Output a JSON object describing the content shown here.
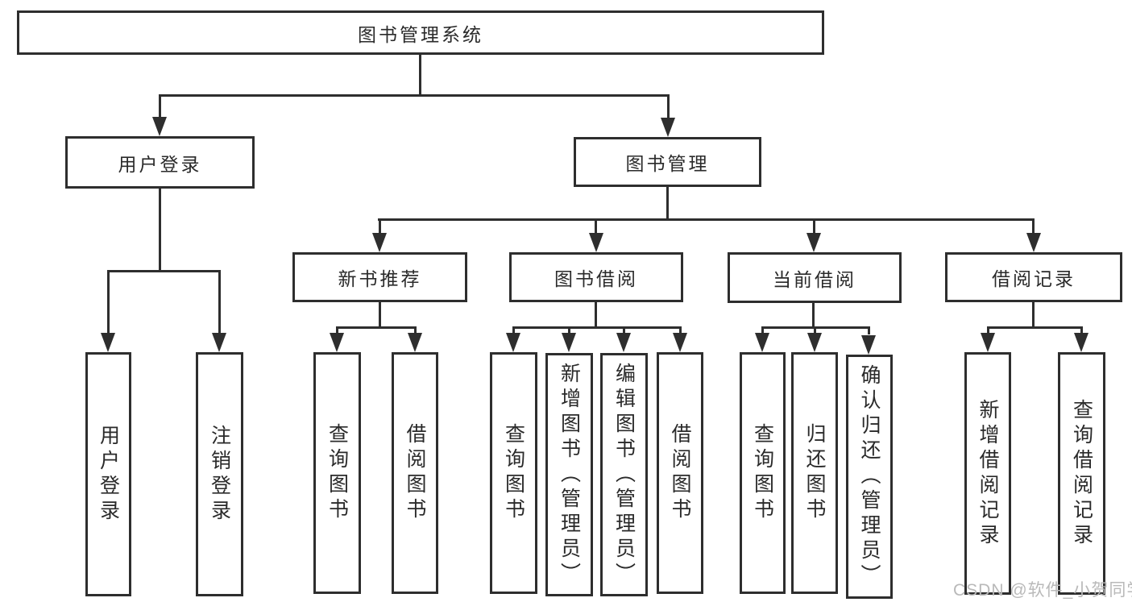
{
  "nodes": {
    "root": {
      "label": "图书管理系统"
    },
    "user_login": {
      "label": "用户登录"
    },
    "book_mgmt": {
      "label": "图书管理"
    },
    "new_book_rec": {
      "label": "新书推荐"
    },
    "book_borrow": {
      "label": "图书借阅"
    },
    "current_borrow": {
      "label": "当前借阅"
    },
    "borrow_record": {
      "label": "借阅记录"
    },
    "leaf_user_login": {
      "label": "用户登录"
    },
    "leaf_logout": {
      "label": "注销登录"
    },
    "leaf_rec_query": {
      "label": "查询图书"
    },
    "leaf_rec_borrow": {
      "label": "借阅图书"
    },
    "leaf_bb_query": {
      "label": "查询图书"
    },
    "leaf_bb_add": {
      "label": "新增图书（管理员）"
    },
    "leaf_bb_edit": {
      "label": "编辑图书（管理员）"
    },
    "leaf_bb_borrow": {
      "label": "借阅图书"
    },
    "leaf_cb_query": {
      "label": "查询图书"
    },
    "leaf_cb_return": {
      "label": "归还图书"
    },
    "leaf_cb_confirm": {
      "label": "确认归还（管理员）"
    },
    "leaf_br_add": {
      "label": "新增借阅记录"
    },
    "leaf_br_query": {
      "label": "查询借阅记录"
    }
  },
  "hierarchy": {
    "图书管理系统": [
      "用户登录",
      "图书管理"
    ],
    "用户登录": [
      "用户登录",
      "注销登录"
    ],
    "图书管理": [
      "新书推荐",
      "图书借阅",
      "当前借阅",
      "借阅记录"
    ],
    "新书推荐": [
      "查询图书",
      "借阅图书"
    ],
    "图书借阅": [
      "查询图书",
      "新增图书（管理员）",
      "编辑图书（管理员）",
      "借阅图书"
    ],
    "当前借阅": [
      "查询图书",
      "归还图书",
      "确认归还（管理员）"
    ],
    "借阅记录": [
      "新增借阅记录",
      "查询借阅记录"
    ]
  },
  "watermark": {
    "text": "CSDN @软件_小贺同学"
  },
  "colors": {
    "line": "#2e2e2e",
    "text": "#2a2a2a",
    "watermark": "#b9b9b9",
    "background": "#ffffff"
  }
}
